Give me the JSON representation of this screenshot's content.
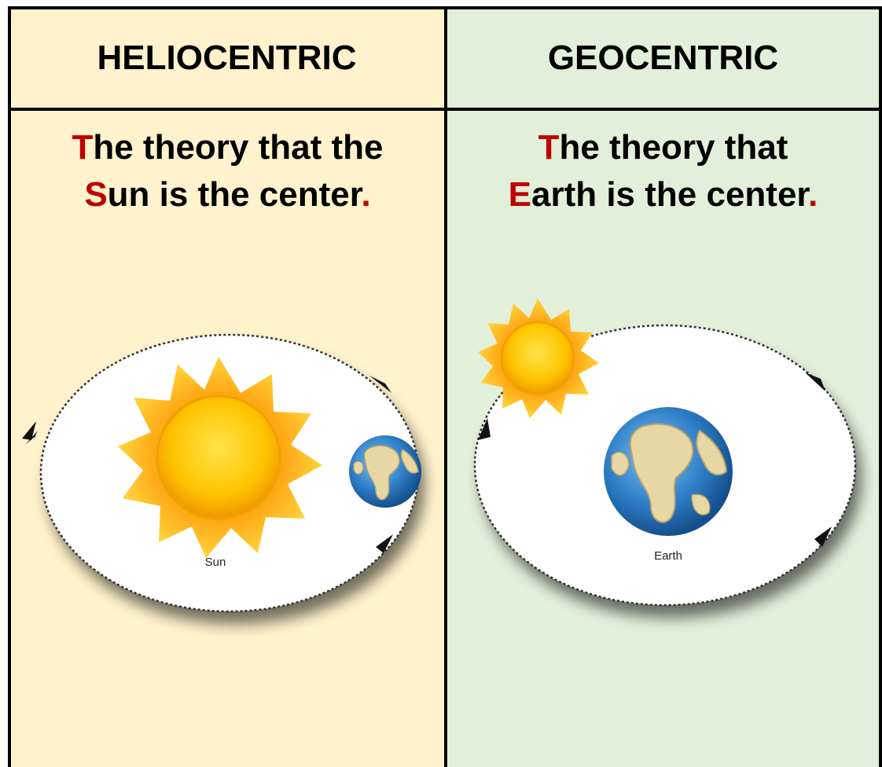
{
  "columns": [
    {
      "heading": "HELIOCENTRIC",
      "desc_line1_first": "T",
      "desc_line1_rest": "he theory that the",
      "desc_line2_first": "S",
      "desc_line2_rest": "un is the center",
      "desc_period": ".",
      "figure_label": "Sun",
      "background": "#fff2cc",
      "center_body": "sun-icon",
      "orbiting_body": "earth-icon"
    },
    {
      "heading": "GEOCENTRIC",
      "desc_line1_first": "T",
      "desc_line1_rest": "he theory that",
      "desc_line2_first": "E",
      "desc_line2_rest": "arth is the center",
      "desc_period": ".",
      "figure_label": "Earth",
      "background": "#e2efd9",
      "center_body": "earth-icon",
      "orbiting_body": "sun-icon"
    }
  ],
  "colors": {
    "accent_red": "#c00000",
    "border": "#000000"
  }
}
